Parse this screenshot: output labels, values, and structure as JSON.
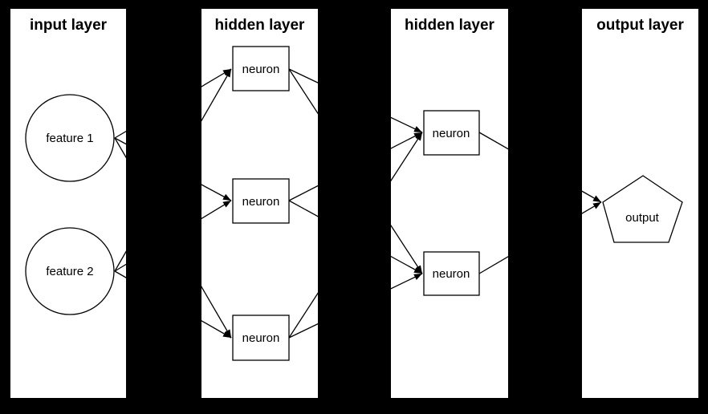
{
  "colors": {
    "background": "#000000",
    "panel_background": "#ffffff",
    "stroke": "#000000",
    "text": "#000000"
  },
  "layers": [
    {
      "id": "input",
      "title": "input layer",
      "nodes": [
        {
          "id": "feature1",
          "label": "feature 1",
          "shape": "circle"
        },
        {
          "id": "feature2",
          "label": "feature 2",
          "shape": "circle"
        }
      ]
    },
    {
      "id": "hidden1",
      "title": "hidden layer",
      "nodes": [
        {
          "id": "h1n1",
          "label": "neuron",
          "shape": "box"
        },
        {
          "id": "h1n2",
          "label": "neuron",
          "shape": "box"
        },
        {
          "id": "h1n3",
          "label": "neuron",
          "shape": "box"
        }
      ]
    },
    {
      "id": "hidden2",
      "title": "hidden layer",
      "nodes": [
        {
          "id": "h2n1",
          "label": "neuron",
          "shape": "box"
        },
        {
          "id": "h2n2",
          "label": "neuron",
          "shape": "box"
        }
      ]
    },
    {
      "id": "output",
      "title": "output layer",
      "nodes": [
        {
          "id": "output1",
          "label": "output",
          "shape": "pentagon"
        }
      ]
    }
  ],
  "edges": [
    {
      "from": "feature1",
      "to": "h1n1"
    },
    {
      "from": "feature1",
      "to": "h1n2"
    },
    {
      "from": "feature1",
      "to": "h1n3"
    },
    {
      "from": "feature2",
      "to": "h1n1"
    },
    {
      "from": "feature2",
      "to": "h1n2"
    },
    {
      "from": "feature2",
      "to": "h1n3"
    },
    {
      "from": "h1n1",
      "to": "h2n1"
    },
    {
      "from": "h1n1",
      "to": "h2n2"
    },
    {
      "from": "h1n2",
      "to": "h2n1"
    },
    {
      "from": "h1n2",
      "to": "h2n2"
    },
    {
      "from": "h1n3",
      "to": "h2n1"
    },
    {
      "from": "h1n3",
      "to": "h2n2"
    },
    {
      "from": "h2n1",
      "to": "output1"
    },
    {
      "from": "h2n2",
      "to": "output1"
    }
  ]
}
